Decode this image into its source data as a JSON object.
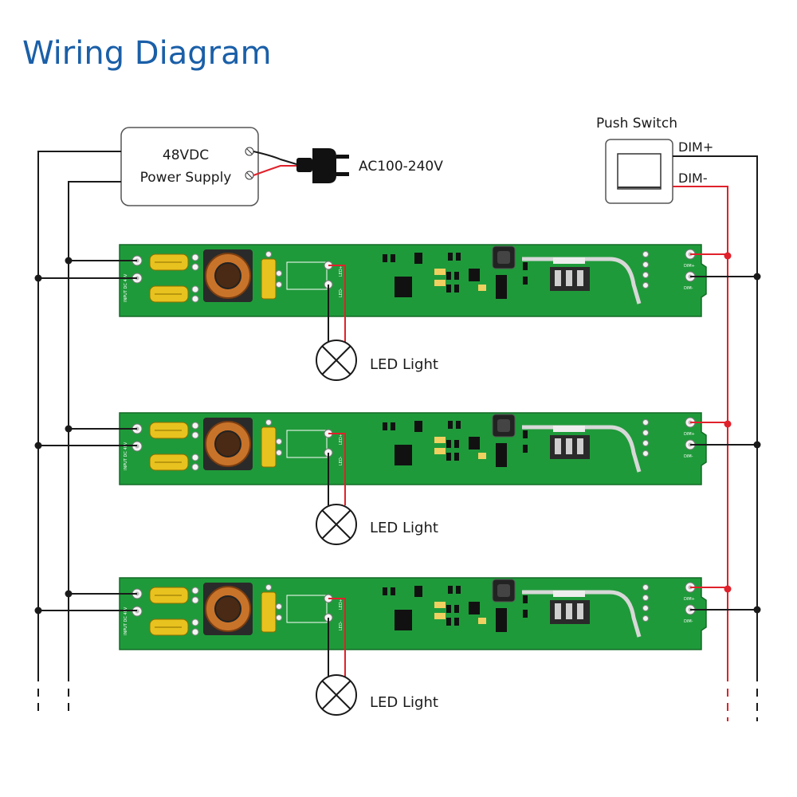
{
  "title": "Wiring Diagram",
  "power_supply": {
    "line1": "48VDC",
    "line2": "Power Supply"
  },
  "ac_input": "AC100-240V",
  "push_switch": {
    "label": "Push Switch",
    "dim_plus": "DIM+",
    "dim_minus": "DIM-"
  },
  "drivers": [
    {
      "led_label": "LED Light",
      "input_label": "INPUT DC 48V",
      "led_plus": "LED+",
      "led_minus": "LED-",
      "dim_plus": "DIM+",
      "dim_minus": "DIM-"
    },
    {
      "led_label": "LED Light",
      "input_label": "INPUT DC 48V",
      "led_plus": "LED+",
      "led_minus": "LED-",
      "dim_plus": "DIM+",
      "dim_minus": "DIM-"
    },
    {
      "led_label": "LED Light",
      "input_label": "INPUT DC 48V",
      "led_plus": "LED+",
      "led_minus": "LED-",
      "dim_plus": "DIM+",
      "dim_minus": "DIM-"
    }
  ],
  "colors": {
    "title": "#1a5fa8",
    "pcb": "#1f9a3a",
    "wire_black": "#1a1a1a",
    "wire_red": "#e0212b",
    "capacitor": "#e8c21e",
    "inductor": "#c8732a"
  }
}
